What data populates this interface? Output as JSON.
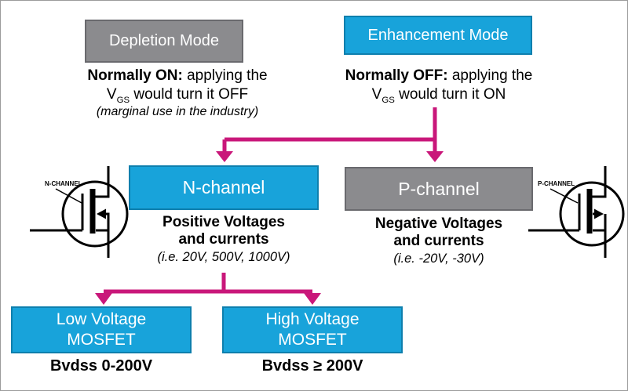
{
  "colors": {
    "box-blue": "#18a3da",
    "box-blue-border": "#0e7fad",
    "box-gray": "#8b8b8e",
    "box-gray-border": "#6a6a6e",
    "arrow-magenta": "#c9177a",
    "text-black": "#000000"
  },
  "modes": {
    "depletion": {
      "title": "Depletion Mode",
      "line1_bold": "Normally ON:",
      "line1_rest": " applying the",
      "vgs_v": "V",
      "vgs_sub": "GS",
      "line2_rest": " would turn it OFF",
      "note": "(marginal use in the industry)"
    },
    "enhancement": {
      "title": "Enhancement Mode",
      "line1_bold": "Normally OFF:",
      "line1_rest": " applying the",
      "vgs_v": "V",
      "vgs_sub": "GS",
      "line2_rest": " would turn it ON"
    }
  },
  "channels": {
    "n": {
      "title": "N-channel",
      "line1": "Positive Voltages",
      "line2": "and currents",
      "line3": "(i.e. 20V, 500V, 1000V)",
      "symbol_label": "N-CHANNEL"
    },
    "p": {
      "title": "P-channel",
      "line1": "Negative Voltages",
      "line2": "and currents",
      "line3": "(i.e. -20V, -30V)",
      "symbol_label": "P-CHANNEL"
    }
  },
  "voltage_classes": {
    "low": {
      "title_line1": "Low Voltage",
      "title_line2": "MOSFET",
      "caption": "Bvdss 0-200V"
    },
    "high": {
      "title_line1": "High Voltage",
      "title_line2": "MOSFET",
      "caption": "Bvdss ≥ 200V"
    }
  }
}
